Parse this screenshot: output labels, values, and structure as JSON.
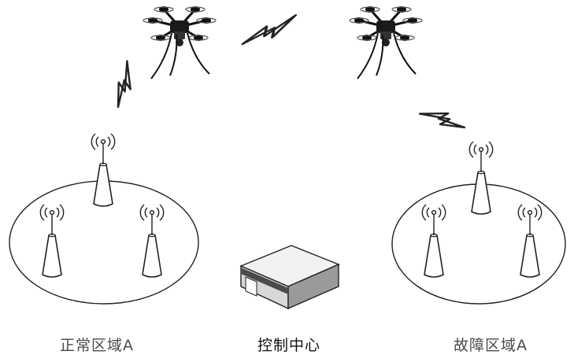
{
  "labels": {
    "normal_area": "正常区域A",
    "control_center": "控制中心",
    "fault_area": "故障区域A"
  },
  "colors": {
    "line": "#222222",
    "tower_fill": "#ffffff",
    "building_roof": "#f2f2f2",
    "building_side": "#9a9a9a",
    "building_band": "#4a4a4a"
  },
  "icons": [
    "drone-icon",
    "signal-tower-icon",
    "wireless-link-icon",
    "control-center-building-icon"
  ]
}
